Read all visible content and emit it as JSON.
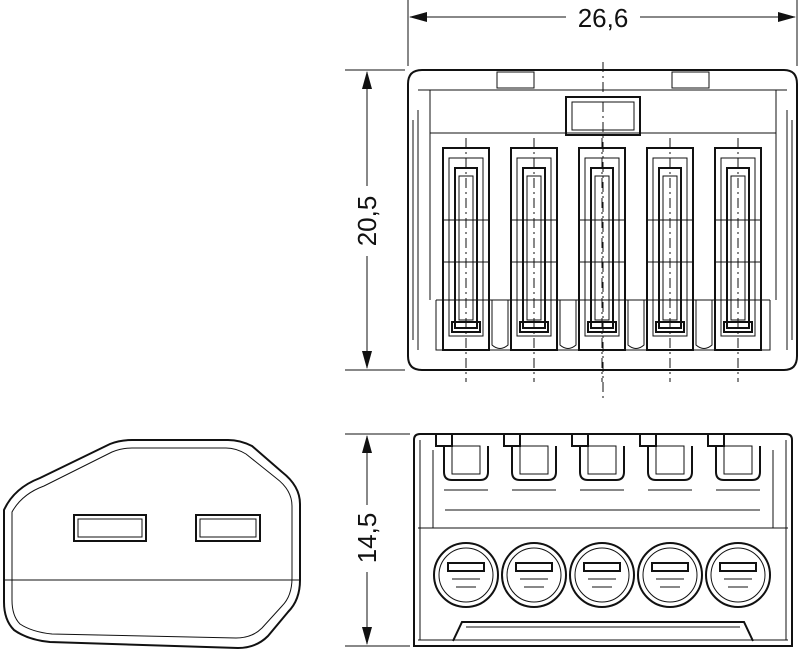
{
  "drawing": {
    "dimensions": {
      "width": "26,6",
      "height_top_view": "20,5",
      "height_front_view": "14,5"
    },
    "connector": {
      "pole_count": 5
    },
    "colors": {
      "line": "#111111",
      "background": "#ffffff"
    }
  }
}
